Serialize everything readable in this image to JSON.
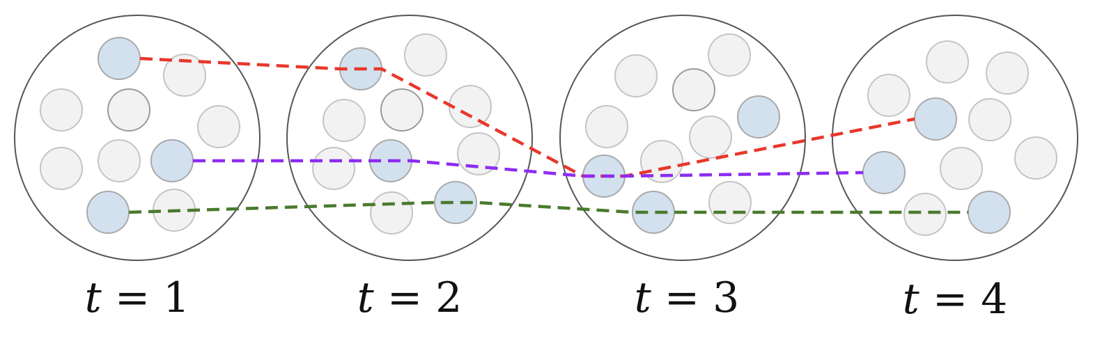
{
  "time_labels": [
    {
      "var": "t",
      "eq": " = ",
      "value": "1"
    },
    {
      "var": "t",
      "eq": " = ",
      "value": "2"
    },
    {
      "var": "t",
      "eq": " = ",
      "value": "3"
    },
    {
      "var": "t",
      "eq": " = ",
      "value": "4"
    }
  ],
  "colors": {
    "track_red": "#e8372c",
    "track_purple": "#8d2cf2",
    "track_green": "#4a7a2e",
    "highlighted_node_fill": "#d3e1ef",
    "node_fill": "#f2f2f2"
  }
}
